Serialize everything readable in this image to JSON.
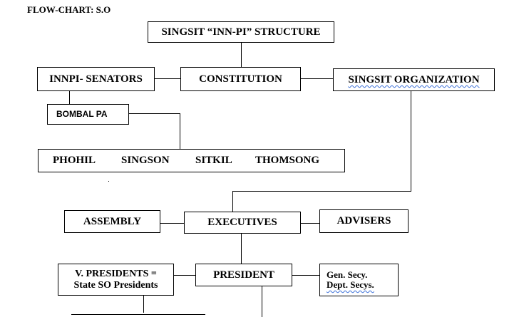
{
  "caption": "FLOW-CHART:  S.O",
  "boxes": {
    "structure": "SINGSIT “INN-PI” STRUCTURE",
    "senators": "INNPI- SENATORS",
    "constitution": "CONSTITUTION",
    "organization": "SINGSIT  ORGANIZATION",
    "bombal_pa": "BOMBAL PA",
    "families": [
      "PHOHIL",
      "SINGSON",
      "SITKIL",
      "THOMSONG"
    ],
    "assembly": "ASSEMBLY",
    "executives": "EXECUTIVES",
    "advisers": "ADVISERS",
    "vice_presidents": [
      "V. PRESIDENTS =",
      "State SO Presidents"
    ],
    "president": "PRESIDENT",
    "secretaries": [
      "Gen. Secy.",
      "Dept. Secys."
    ]
  },
  "colors": {
    "ink": "#000000",
    "spellcheck_underline": "#3a6fd8"
  }
}
